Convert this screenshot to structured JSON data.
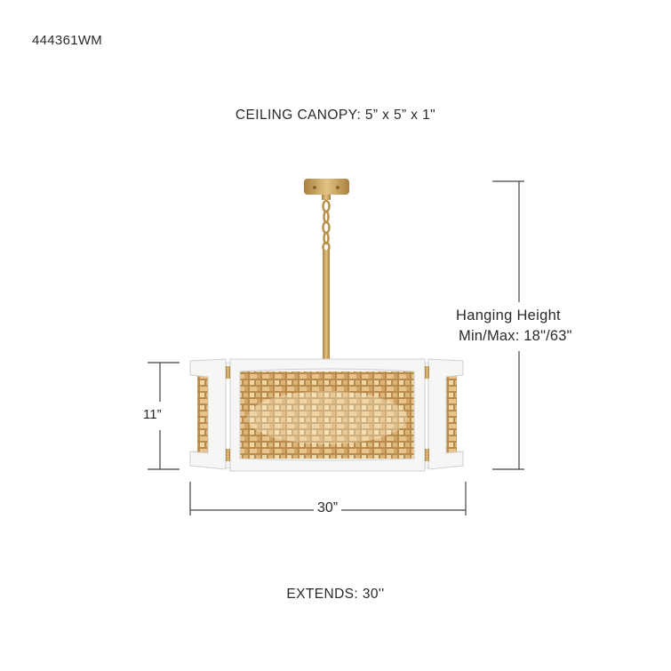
{
  "product": {
    "sku": "444361WM"
  },
  "specs": {
    "ceiling_canopy": "CEILING CANOPY: 5” x 5” x 1\"",
    "hanging_height_line1": "Hanging Height",
    "hanging_height_line2": "Min/Max: 18\"/63\"",
    "fixture_height": "11”",
    "fixture_width": "30”",
    "extends": "EXTENDS: 30''"
  },
  "colors": {
    "brass": "#c9a15a",
    "frame_white": "#f4f4f2",
    "rattan": "#d9b57c",
    "dimension_line": "#444444"
  }
}
